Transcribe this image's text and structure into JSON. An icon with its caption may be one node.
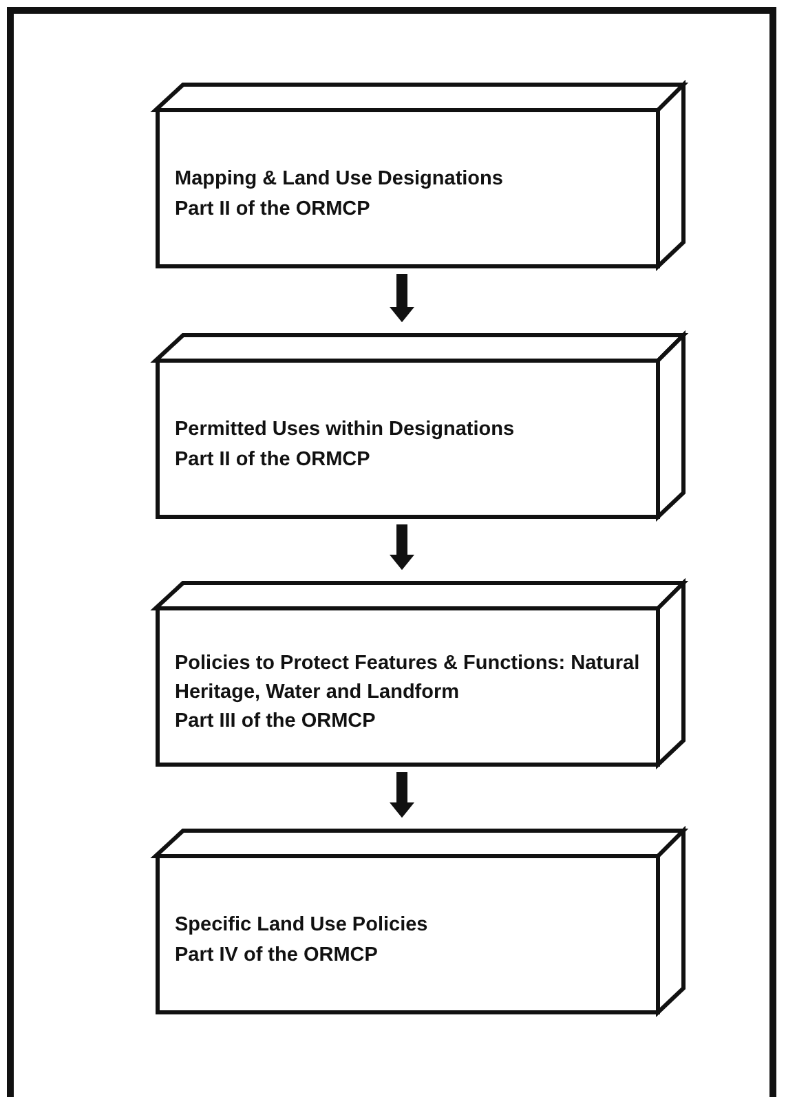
{
  "diagram": {
    "nodes": [
      {
        "text": [
          "Mapping & Land Use Designations",
          "Part II of the ORMCP"
        ]
      },
      {
        "text": [
          "Permitted Uses within Designations",
          "Part II of the ORMCP"
        ]
      },
      {
        "text": [
          "Policies to Protect Features & Functions: Natural Heritage, Water and Landform",
          "Part III of the ORMCP"
        ]
      },
      {
        "text": [
          "Specific Land Use Policies",
          "Part IV of the ORMCP"
        ]
      }
    ],
    "edges": [
      {
        "from": 0,
        "to": 1,
        "arrow": "to"
      },
      {
        "from": 1,
        "to": 2,
        "arrow": "to"
      },
      {
        "from": 2,
        "to": 3,
        "arrow": "to"
      }
    ]
  }
}
